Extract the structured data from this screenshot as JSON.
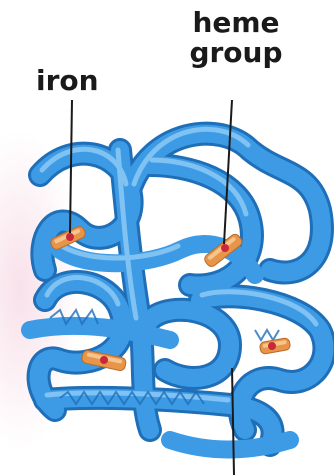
{
  "labels": {
    "iron": "iron",
    "heme_line1": "heme",
    "heme_line2": "group"
  },
  "colors": {
    "protein_main": "#3d9be6",
    "protein_dark": "#1f6fb8",
    "protein_light": "#8cc9f5",
    "heme_orange": "#e8954a",
    "heme_light": "#f6c58d",
    "iron_red": "#c8283a",
    "pointer_line": "#1a1a1a",
    "pink_wash": "#f7dbe6"
  }
}
